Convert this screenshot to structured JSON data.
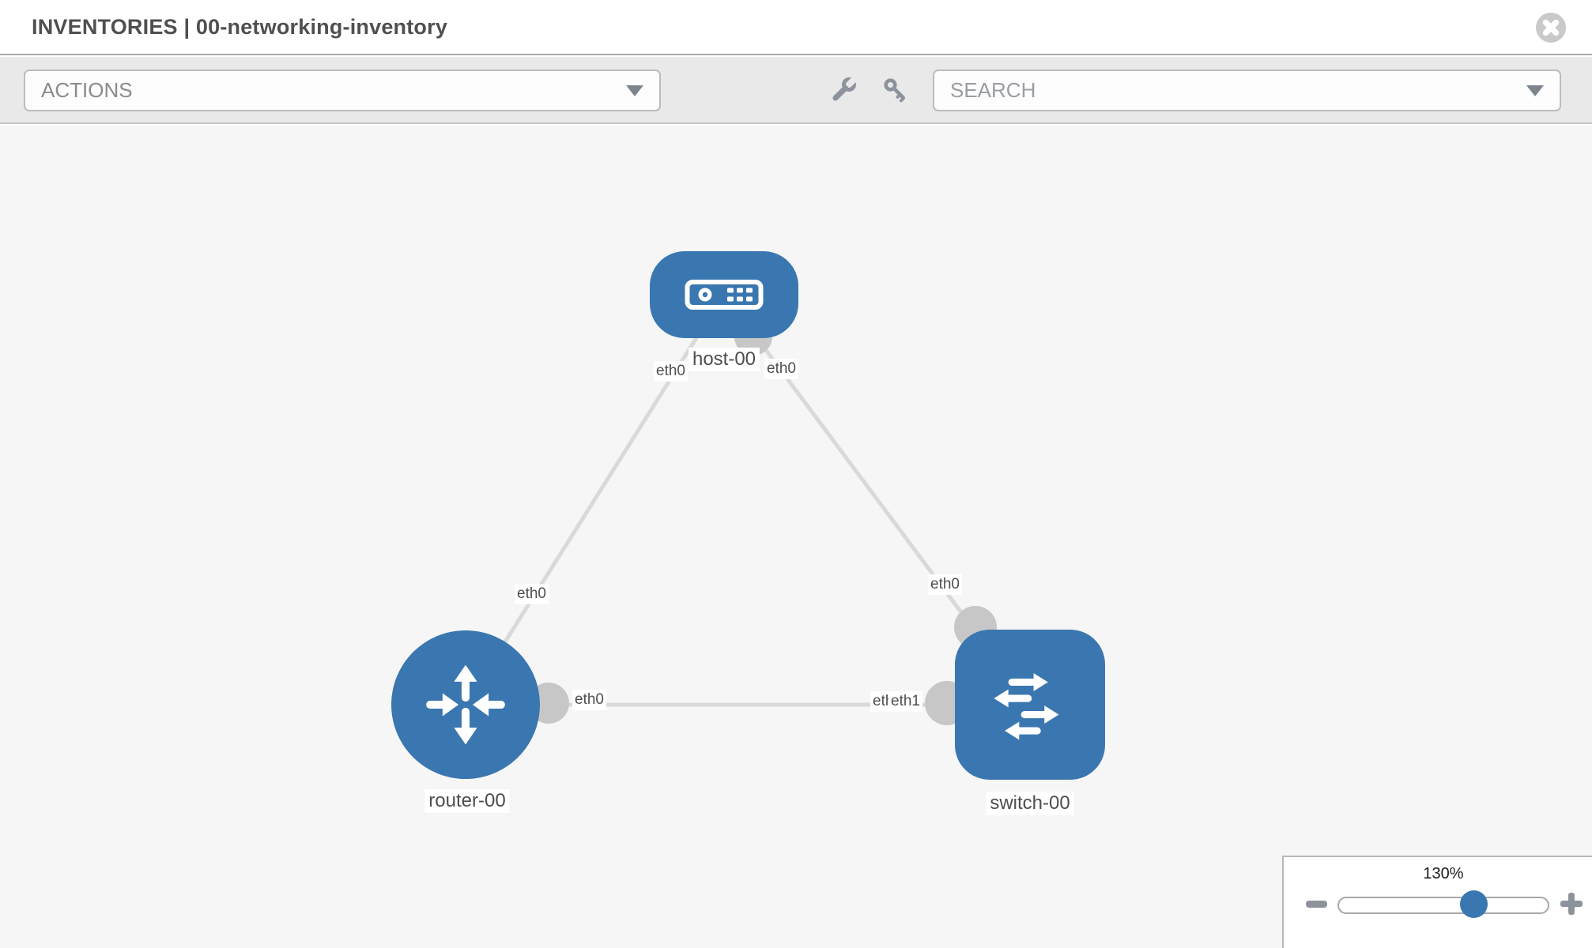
{
  "header": {
    "title": "INVENTORIES | 00-networking-inventory"
  },
  "toolbar": {
    "actions_label": "ACTIONS",
    "search_placeholder": "SEARCH",
    "icons": [
      "wrench-icon",
      "key-icon"
    ]
  },
  "canvas": {
    "nodes": {
      "host": {
        "label": "host-00",
        "type": "host"
      },
      "router": {
        "label": "router-00",
        "type": "router"
      },
      "switch": {
        "label": "switch-00",
        "type": "switch"
      }
    },
    "links": [
      {
        "from": "router-00",
        "to": "host-00"
      },
      {
        "from": "switch-00",
        "to": "host-00"
      },
      {
        "from": "router-00",
        "to": "switch-00"
      }
    ],
    "interfaces": {
      "host_left": "eth0",
      "host_right": "eth0",
      "router_to_host": "eth0",
      "switch_to_host": "eth0",
      "router_to_switch": "eth0",
      "switch_hidden": "eth0",
      "switch_to_router": "eth1"
    }
  },
  "zoom": {
    "level": "130%"
  },
  "colors": {
    "node_blue": "#3a77b0",
    "link_gray": "#d9d9d9",
    "connector_gray": "#c7c7c7",
    "icon_gray": "#8d939b"
  }
}
